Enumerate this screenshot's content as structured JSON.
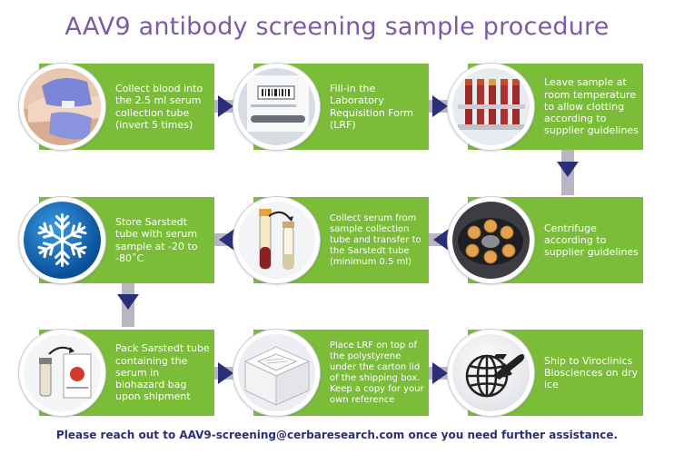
{
  "title": "AAV9 antibody screening sample procedure",
  "steps": [
    {
      "text": "Collect blood into the 2.5 ml serum collection tube (invert 5 times)",
      "icon": "blood-draw-photo-icon"
    },
    {
      "text": "Fill-in the Laboratory Requisition Form (LRF)",
      "icon": "requisition-form-photo-icon"
    },
    {
      "text": "Leave sample at room temperature to allow clotting according to supplier guidelines",
      "icon": "tube-rack-photo-icon"
    },
    {
      "text": "Centrifuge according to supplier guidelines",
      "icon": "centrifuge-photo-icon"
    },
    {
      "text": "Collect serum from sample collection tube and transfer to the Sarstedt tube (minimum 0.5 ml)",
      "icon": "serum-transfer-photo-icon"
    },
    {
      "text": "Store Sarstedt tube with serum sample at -20 to -80˚C",
      "icon": "snowflake-icon"
    },
    {
      "text": "Pack Sarstedt tube containing the serum in biohazard bag upon shipment",
      "icon": "biohazard-bag-photo-icon"
    },
    {
      "text": "Place LRF on top of the polystyrene under the carton lid of the shipping box. Keep a copy for your own reference",
      "icon": "shipping-box-photo-icon"
    },
    {
      "text": "Ship to Viroclinics Biosciences on dry ice",
      "icon": "globe-plane-icon"
    }
  ],
  "footer": "Please reach out to AAV9-screening@cerbaresearch.com once you need further assistance.",
  "colors": {
    "title": "#7b5aa6",
    "box": "#7bbd38",
    "arrow": "#2b2f78",
    "connector": "#b9b6c4",
    "footer": "#2b2f78"
  }
}
